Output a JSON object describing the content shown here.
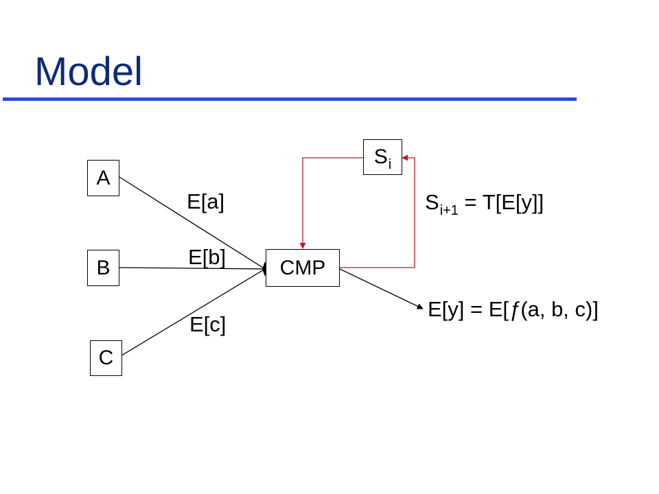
{
  "slide": {
    "title": "Model"
  },
  "diagram": {
    "nodes": {
      "a": "A",
      "b": "B",
      "c": "C",
      "cmp": "CMP",
      "state_base": "S",
      "state_sub": "i"
    },
    "labels": {
      "ea": "E[a]",
      "eb": "E[b]",
      "ec": "E[c]",
      "next_state_base": "S",
      "next_state_sub": "i+1",
      "next_state_rest": " = T[E[y]]",
      "output_prefix": "E[y] = E[",
      "output_func": "ƒ",
      "output_suffix": "(a, b, c)]"
    },
    "colors": {
      "title": "#0f2b78",
      "underline": "#2250d6",
      "feedback_arrow": "#c8102e",
      "line": "#000000"
    }
  }
}
